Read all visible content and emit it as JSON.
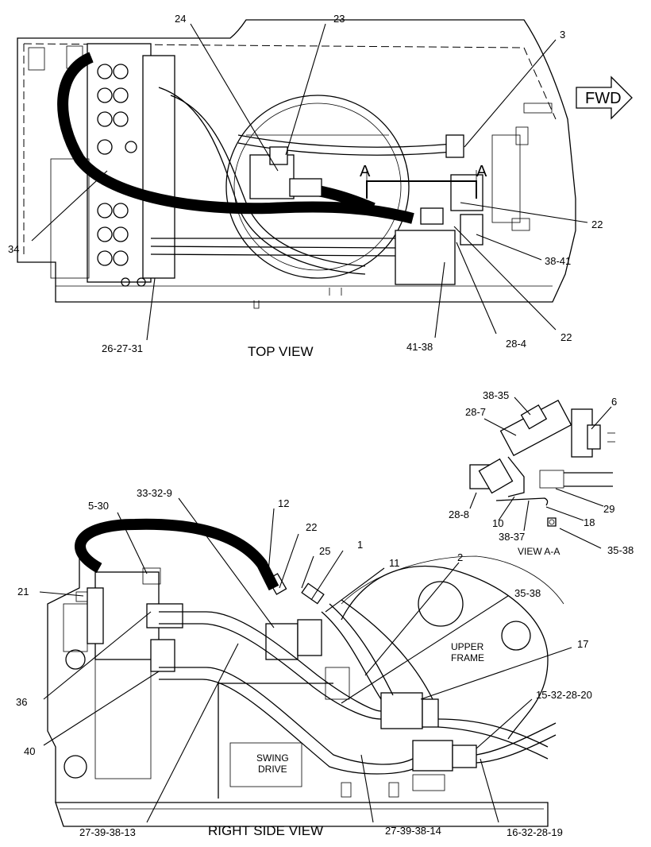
{
  "views": {
    "top": "TOP VIEW",
    "side": "RIGHT SIDE VIEW",
    "section": "VIEW A-A"
  },
  "fwd_arrow": "FWD",
  "section_markers": [
    "A",
    "A"
  ],
  "region_labels": {
    "upper_frame_1": "UPPER",
    "upper_frame_2": "FRAME",
    "swing_drive_1": "SWING",
    "swing_drive_2": "DRIVE"
  },
  "callouts": {
    "top": [
      "24",
      "23",
      "3",
      "22",
      "38-41",
      "34",
      "26-27-31",
      "41-38",
      "28-4",
      "22"
    ],
    "view_aa": [
      "38-35",
      "6",
      "28-7",
      "29",
      "28-8",
      "10",
      "18",
      "38-37",
      "35-38"
    ],
    "side": [
      "33-32-9",
      "12",
      "5-30",
      "22",
      "25",
      "1",
      "11",
      "2",
      "21",
      "35-38",
      "17",
      "36",
      "15-32-28-20",
      "40",
      "27-39-38-13",
      "27-39-38-14",
      "16-32-28-19"
    ]
  }
}
